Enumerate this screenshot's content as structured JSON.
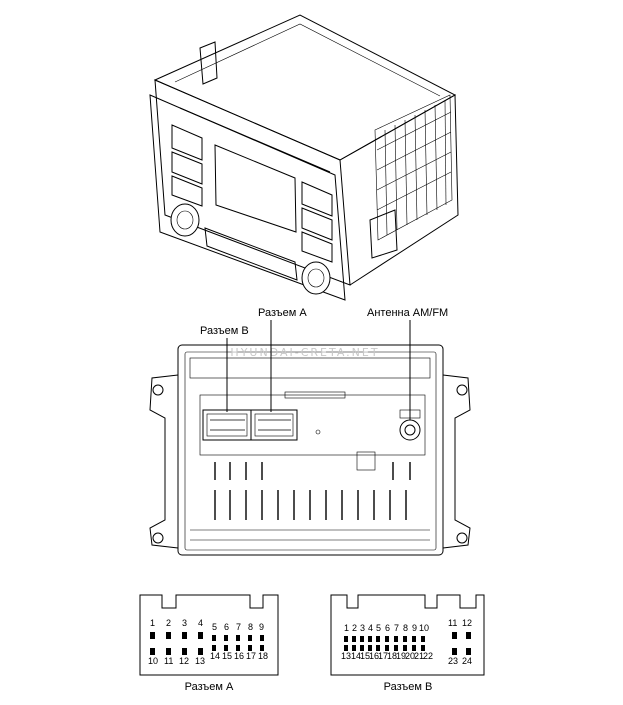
{
  "labels": {
    "connector_a": "Разъем A",
    "connector_b": "Разъем B",
    "antenna": "Антенна AM/FM",
    "caption_a": "Разъем A",
    "caption_b": "Разъем B"
  },
  "watermark": "HYUNDAI-CRETA.NET",
  "connector_a": {
    "top_row_left": [
      "1",
      "2",
      "3",
      "4"
    ],
    "top_row_right": [
      "5",
      "6",
      "7",
      "8",
      "9"
    ],
    "bottom_row_left": [
      "10",
      "11",
      "12",
      "13"
    ],
    "bottom_row_right": [
      "14",
      "15",
      "16",
      "17",
      "18"
    ]
  },
  "connector_b": {
    "top_row_main": [
      "1",
      "2",
      "3",
      "4",
      "5",
      "6",
      "7",
      "8",
      "9",
      "10"
    ],
    "top_row_side": [
      "11",
      "12"
    ],
    "bottom_row_main": [
      "13",
      "14",
      "15",
      "16",
      "17",
      "18",
      "19",
      "20",
      "21",
      "22"
    ],
    "bottom_row_side": [
      "23",
      "24"
    ]
  }
}
